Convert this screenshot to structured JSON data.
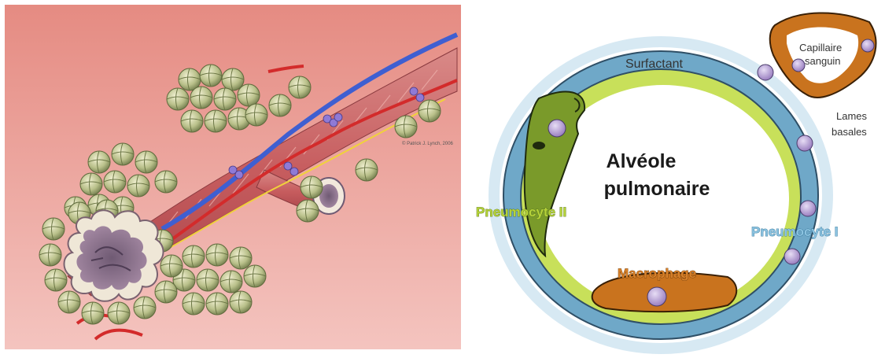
{
  "left_illustration": {
    "credit": "© Patrick J. Lynch, 2006"
  },
  "right_diagram": {
    "title_line1": "Alvéole",
    "title_line2": "pulmonaire",
    "labels": {
      "surfactant": "Surfactant",
      "capillary_line1": "Capillaire",
      "capillary_line2": "sanguin",
      "basal_line1": "Lames",
      "basal_line2": "basales",
      "pneumocyte_2": "Pneumocyte II",
      "pneumocyte_1": "Pneumocyte I",
      "macrophage": "Macrophage"
    },
    "colors": {
      "type1_cell": "#6fa8c8",
      "type2_cell": "#7a9a2a",
      "surfactant": "#c8e05a",
      "macrophage": "#c9731e",
      "nucleus": "#a98bc9"
    }
  }
}
